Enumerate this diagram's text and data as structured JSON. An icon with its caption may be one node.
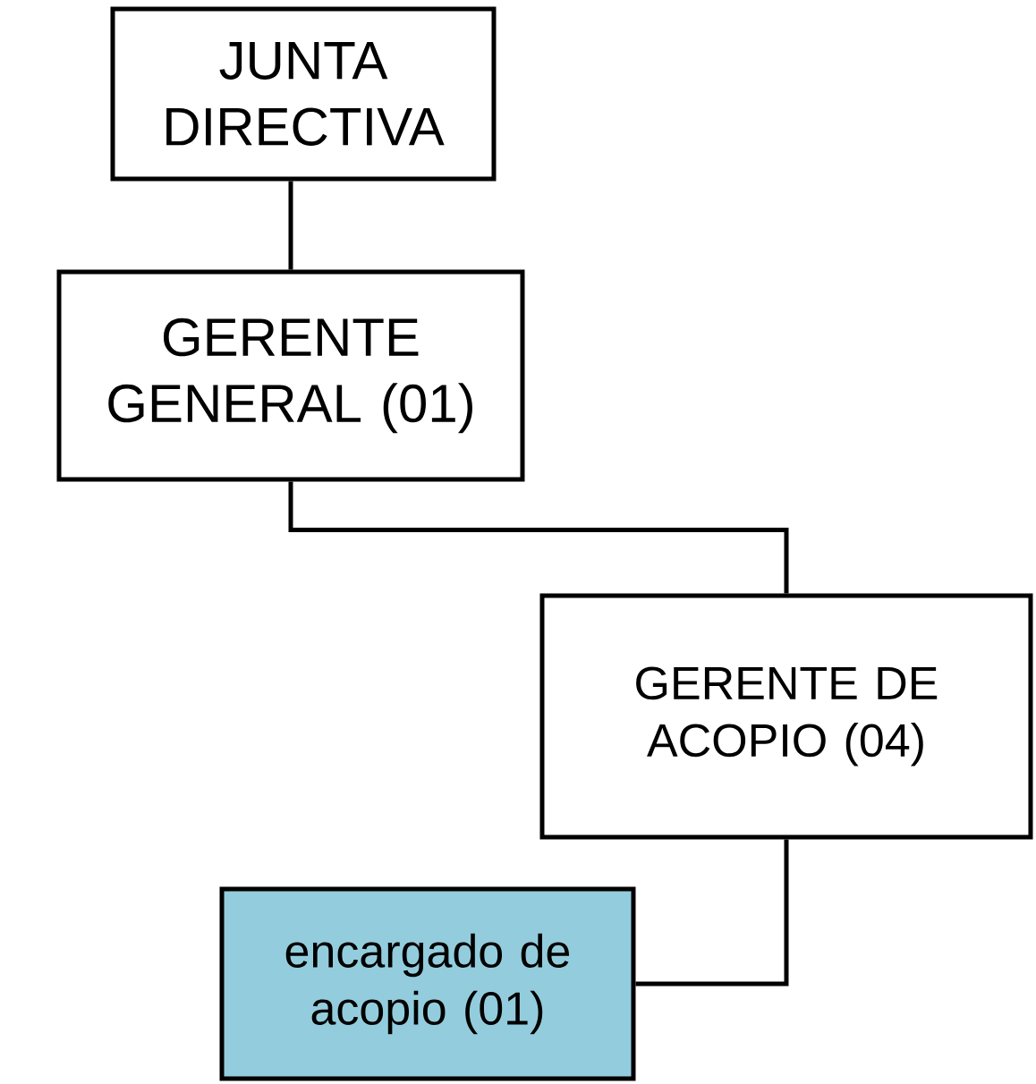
{
  "diagram": {
    "nodes": [
      {
        "text": [
          "JUNTA DIRECTIVA"
        ]
      },
      {
        "text": [
          "GERENTE GENERAL (01)"
        ]
      },
      {
        "text": [
          "GERENTE DE ACOPIO (04)"
        ]
      },
      {
        "text": [
          "encargado de acopio (01)"
        ]
      }
    ],
    "edges": [
      {
        "from": 0,
        "to": 1,
        "arrow": "none"
      },
      {
        "from": 1,
        "to": 2,
        "arrow": "none"
      },
      {
        "from": 2,
        "to": 3,
        "arrow": "none"
      }
    ]
  }
}
